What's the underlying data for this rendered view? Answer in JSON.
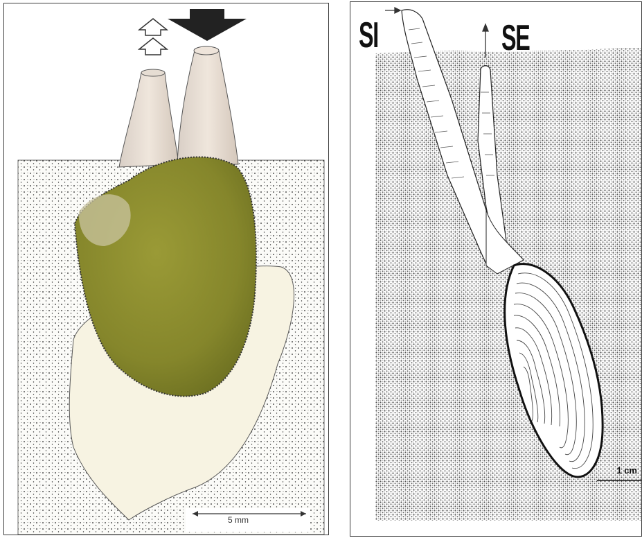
{
  "left_panel": {
    "scale_label": "5 mm",
    "colors": {
      "shell": "#8a8a2e",
      "mantle": "#f7f3e2",
      "sand": "#fbfbf8",
      "siphon": "#e9dfd6"
    },
    "icons": [
      "inhalant-arrow-icon",
      "exhalant-arrow-icon"
    ]
  },
  "right_panel": {
    "label_si": "SI",
    "label_se": "SE",
    "scale_label": "1 cm",
    "colors": {
      "sand": "#8a8a8a",
      "shell": "#ffffff"
    }
  }
}
